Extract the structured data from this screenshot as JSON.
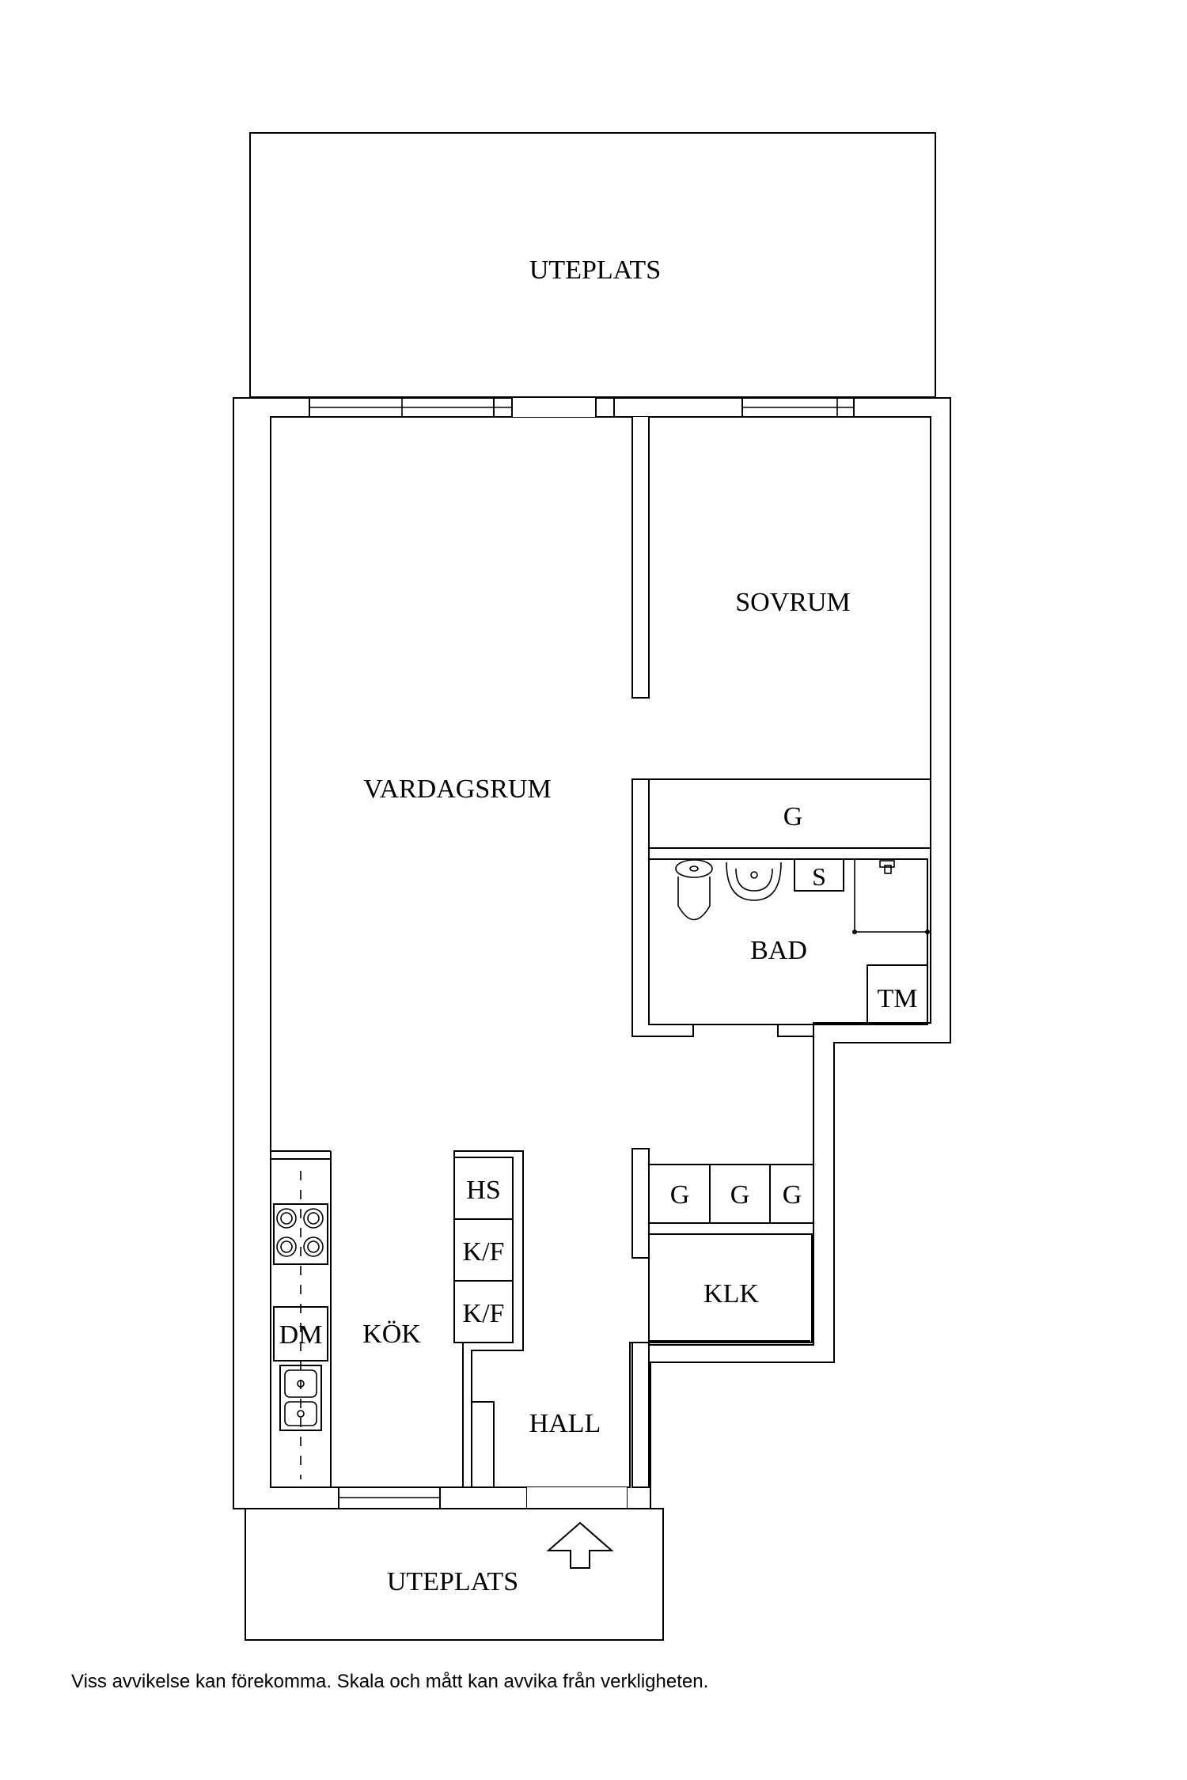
{
  "rooms": {
    "uteplats_top": "UTEPLATS",
    "sovrum": "SOVRUM",
    "vardagsrum": "VARDAGSRUM",
    "garderob_sovrum": "G",
    "wc_storage": "S",
    "bad": "BAD",
    "tvattmaskin": "TM",
    "hall_g1": "G",
    "hall_g2": "G",
    "hall_g3": "G",
    "klk": "KLK",
    "hs": "HS",
    "kf1": "K/F",
    "kf2": "K/F",
    "dm": "DM",
    "kok": "KÖK",
    "hall": "HALL",
    "uteplats_bottom": "UTEPLATS"
  },
  "disclaimer": "Viss avvikelse kan förekomma. Skala och mått kan avvika från verkligheten."
}
